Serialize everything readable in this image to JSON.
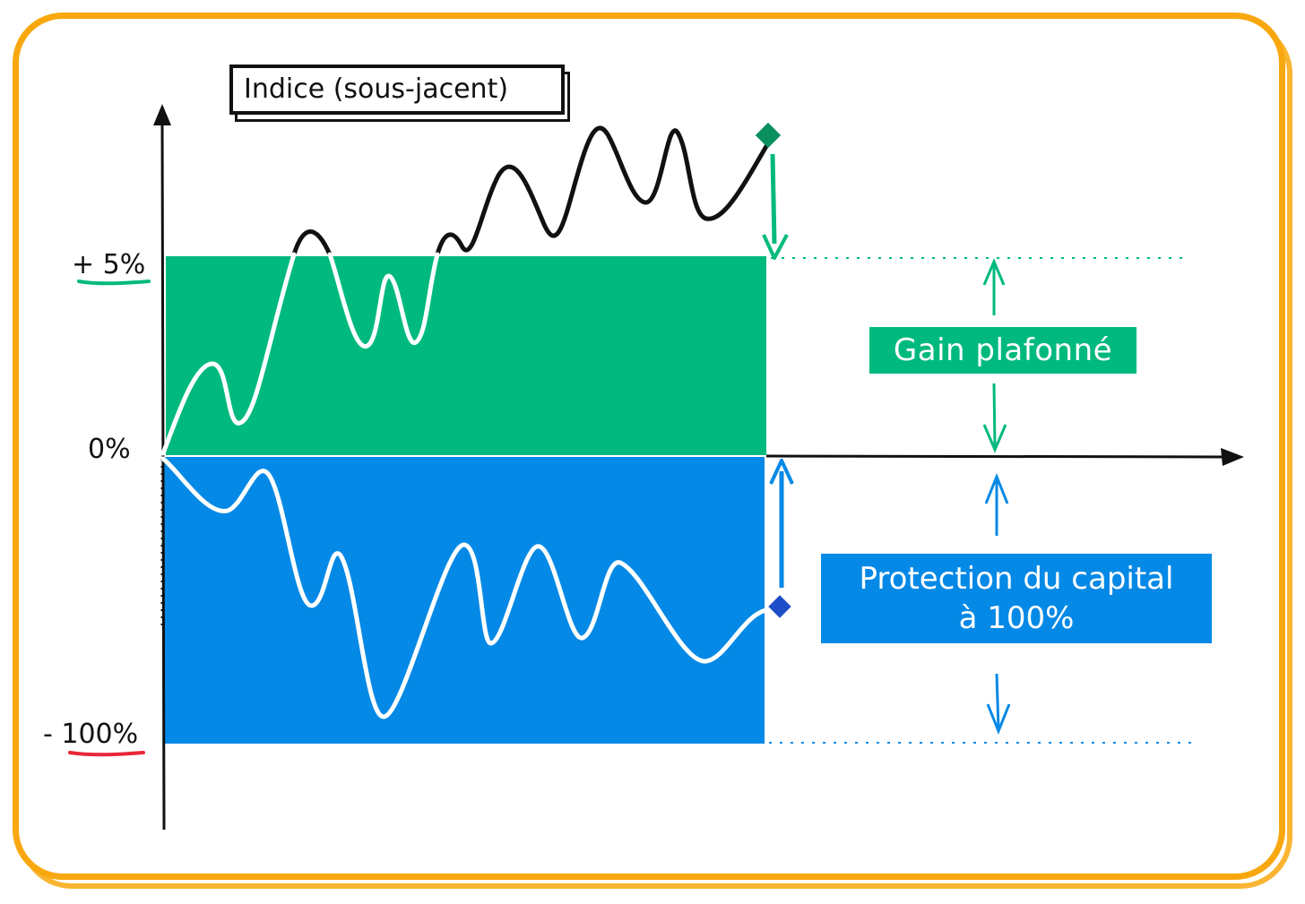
{
  "title": "Indice (sous-jacent)",
  "y_labels": {
    "plus5": "+ 5%",
    "zero": "0%",
    "minus100": "- 100%"
  },
  "gain_label": "Gain plafonné",
  "protection_label_line1": "Protection du capital",
  "protection_label_line2": "à 100%",
  "colors": {
    "frame": "#F8A80E",
    "green": "#00B97E",
    "blue": "#0589E6",
    "underline_red": "#E8263A"
  }
}
